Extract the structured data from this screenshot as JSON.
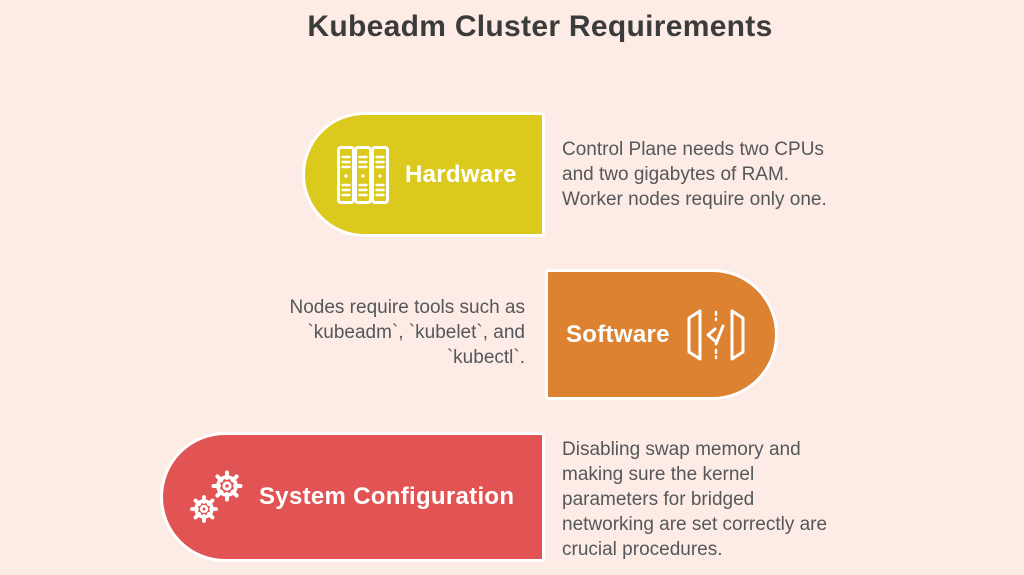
{
  "title": "Kubeadm Cluster Requirements",
  "colors": {
    "background": "#fcece5",
    "title_text": "#3b3b3b",
    "description_text": "#55575a",
    "card_label_text": "#ffffff",
    "card_border": "#ffffff",
    "hardware_fill": "#dbc91e",
    "software_fill": "#dd8230",
    "system_configuration_fill": "#e25454"
  },
  "rows": [
    {
      "label": "Hardware",
      "icon": "server-rack-icon",
      "card_side": "left",
      "description_lines": [
        "Control Plane needs two CPUs",
        "and two gigabytes of RAM.",
        "Worker nodes require only one."
      ]
    },
    {
      "label": "Software",
      "icon": "code-panels-icon",
      "card_side": "right",
      "description_lines": [
        "Nodes require tools such as",
        "`kubeadm`, `kubelet`, and",
        "`kubectl`."
      ]
    },
    {
      "label": "System Configuration",
      "icon": "gears-icon",
      "card_side": "left",
      "description_lines": [
        "Disabling swap memory and",
        "making sure the kernel",
        "parameters for bridged",
        "networking are set correctly are",
        "crucial procedures."
      ]
    }
  ]
}
